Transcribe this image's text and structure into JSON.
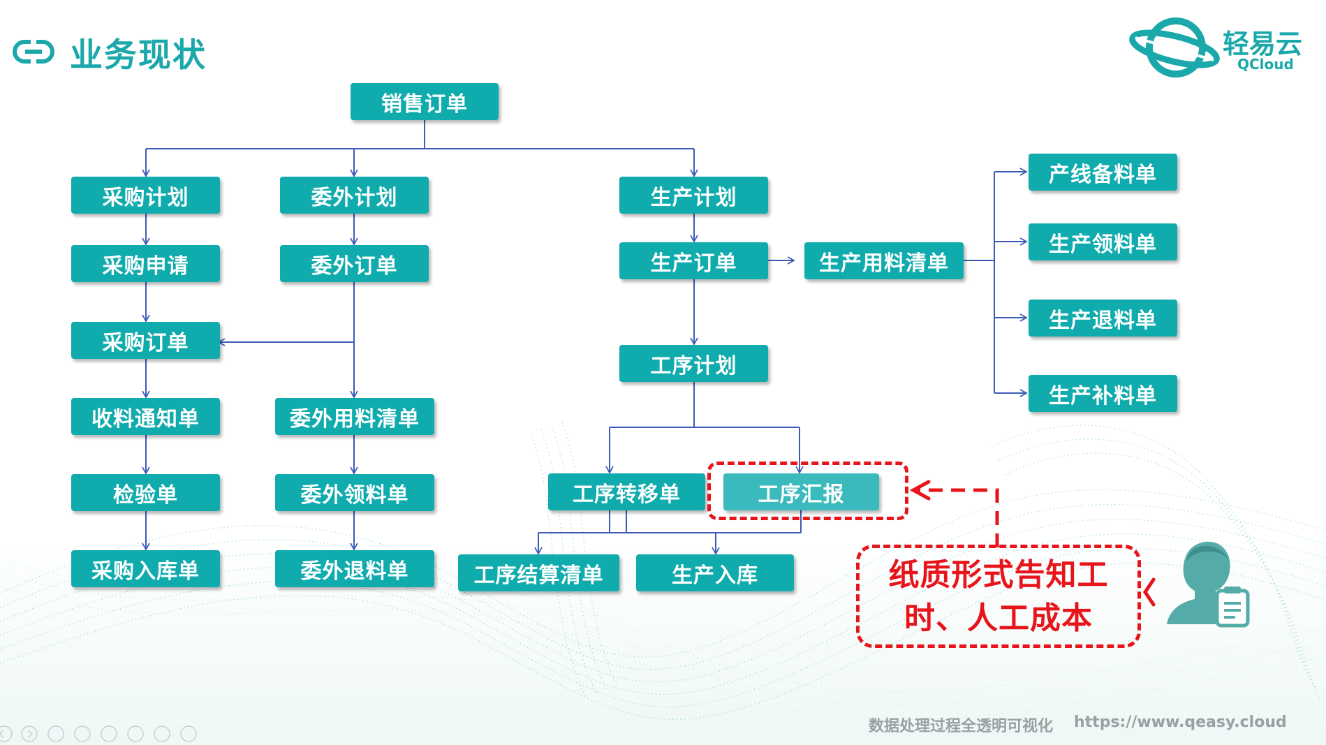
{
  "header": {
    "title": "业务现状",
    "icon": "link-icon"
  },
  "logo": {
    "name_cn": "轻易云",
    "name_en": "QCloud"
  },
  "nodes": {
    "sales_order": "销售订单",
    "purchase_plan": "采购计划",
    "purchase_request": "采购申请",
    "purchase_order": "采购订单",
    "receipt_notice": "收料通知单",
    "inspection": "检验单",
    "purchase_stock_in": "采购入库单",
    "outsource_plan": "委外计划",
    "outsource_order": "委外订单",
    "outsource_bom": "委外用料清单",
    "outsource_pick": "委外领料单",
    "outsource_return": "委外退料单",
    "production_plan": "生产计划",
    "production_order": "生产订单",
    "production_bom": "生产用料清单",
    "line_prep": "产线备料单",
    "production_pick": "生产领料单",
    "production_return": "生产退料单",
    "production_supplement": "生产补料单",
    "process_plan": "工序计划",
    "process_transfer": "工序转移单",
    "process_report": "工序汇报",
    "process_settlement": "工序结算清单",
    "production_stock_in": "生产入库"
  },
  "note": {
    "line1": "纸质形式告知工",
    "line2": "时、人工成本"
  },
  "colors": {
    "accent": "#0fabad",
    "title": "#1aa8aa",
    "alert": "#e8141b",
    "connector": "#3b5bb5"
  },
  "footer": {
    "tagline": "数据处理过程全透明可视化",
    "url": "https://www.qeasy.cloud"
  },
  "icons": {
    "person": "person-clipboard-icon"
  }
}
